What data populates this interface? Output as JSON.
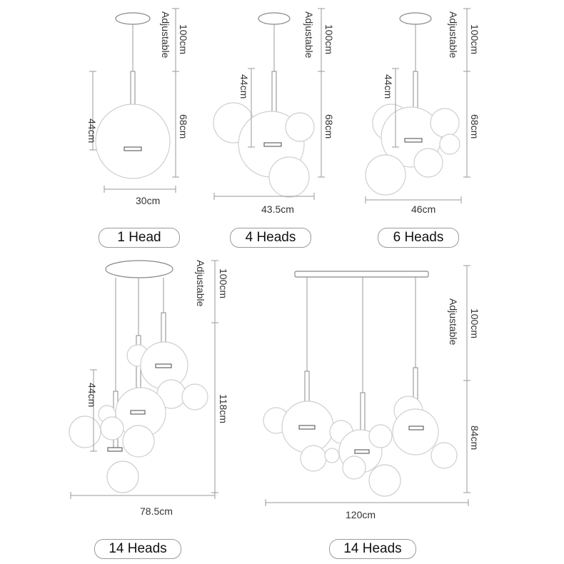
{
  "panels": [
    {
      "caption": "1 Head",
      "adjustable": "Adjustable",
      "cable": "100cm",
      "drop": "68cm",
      "lamp": "44cm",
      "width": "30cm"
    },
    {
      "caption": "4 Heads",
      "adjustable": "Adjustable",
      "cable": "100cm",
      "drop": "68cm",
      "lamp": "44cm",
      "width": "43.5cm"
    },
    {
      "caption": "6 Heads",
      "adjustable": "Adjustable",
      "cable": "100cm",
      "drop": "68cm",
      "lamp": "44cm",
      "width": "46cm"
    },
    {
      "caption": "14 Heads",
      "adjustable": "Adjustable",
      "cable": "100cm",
      "drop": "118cm",
      "lamp": "44cm",
      "width": "78.5cm"
    },
    {
      "caption": "14 Heads",
      "adjustable": "Adjustable",
      "cable": "100cm",
      "drop": "84cm",
      "width": "120cm"
    }
  ]
}
